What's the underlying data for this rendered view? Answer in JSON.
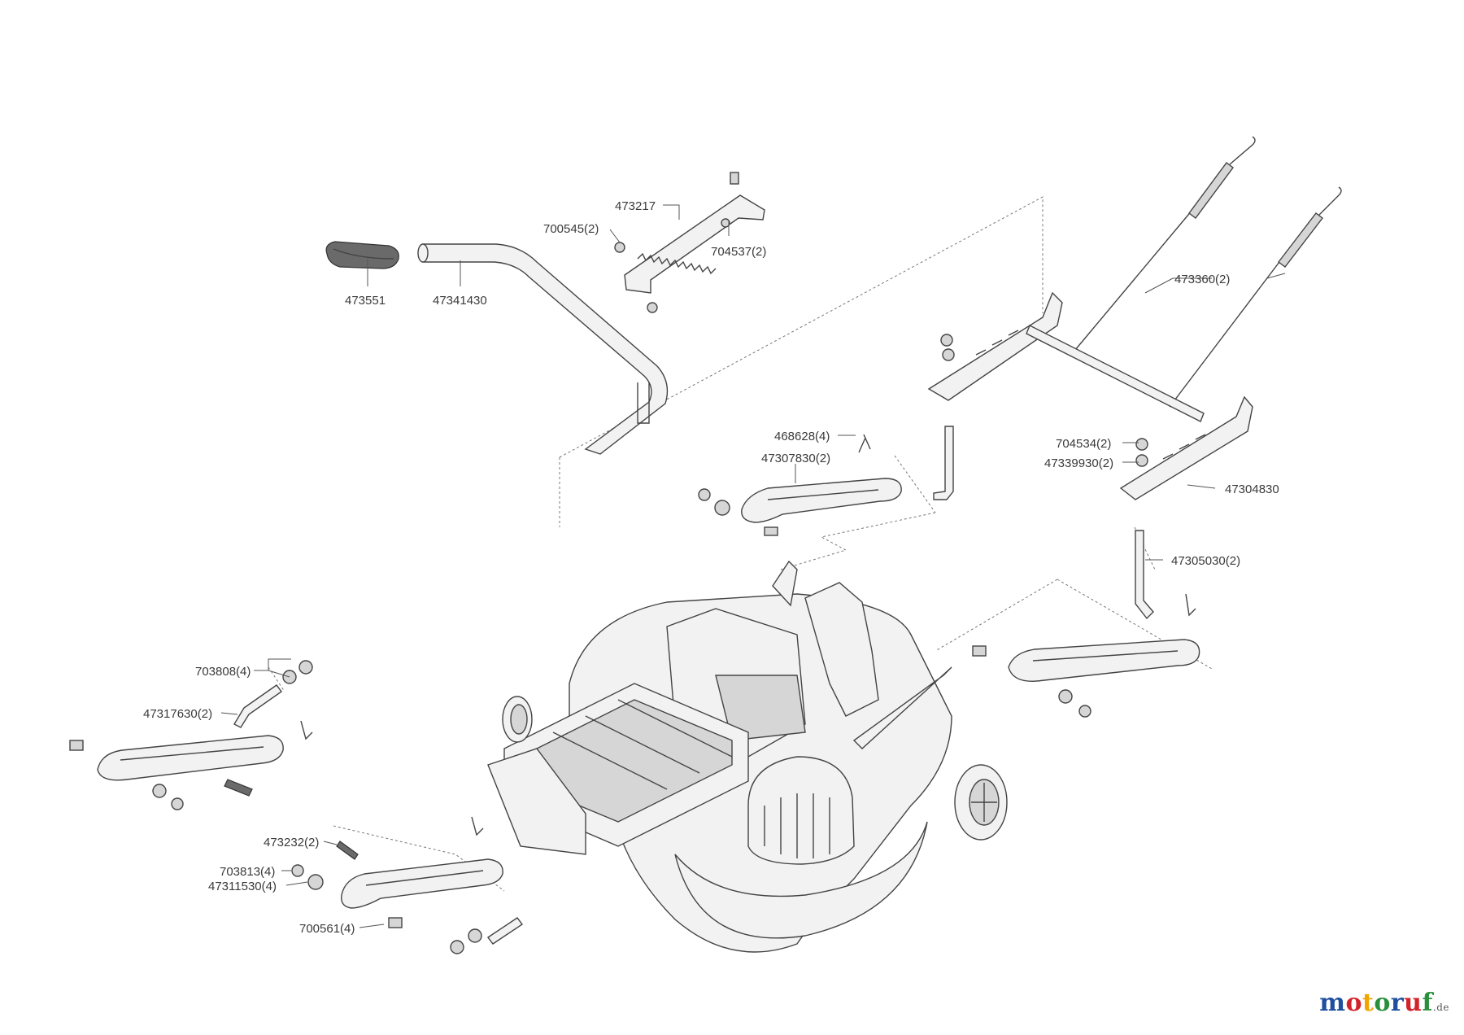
{
  "diagram": {
    "labels": {
      "473551": "473551",
      "47341430": "47341430",
      "473217": "473217",
      "700545": "700545(2)",
      "704537": "704537(2)",
      "473360": "473360(2)",
      "468628": "468628(4)",
      "47307830": "47307830(2)",
      "704534": "704534(2)",
      "47339930": "47339930(2)",
      "47304830": "47304830",
      "47305030": "47305030(2)",
      "703808": "703808(4)",
      "47317630": "47317630(2)",
      "473232": "473232(2)",
      "703813": "703813(4)",
      "47311530": "47311530(4)",
      "700561": "700561(4)"
    }
  },
  "brand": {
    "logo_text": "motoruf",
    "tld": ".de",
    "colors": {
      "m": "#1f4f9e",
      "o1": "#d2232a",
      "t": "#f0a500",
      "o2": "#2a8f3c",
      "r": "#1f4f9e",
      "u": "#d2232a",
      "f": "#2a8f3c"
    }
  }
}
